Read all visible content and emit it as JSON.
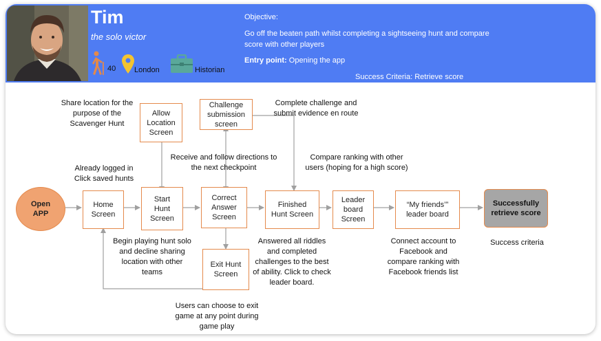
{
  "persona": {
    "name": "Tim",
    "tagline": "the solo victor",
    "age": "40",
    "location": "London",
    "occupation": "Historian"
  },
  "objective": {
    "heading": "Objective:",
    "text": "Go off the beaten path whilst completing a sightseeing hunt and compare\nscore with other players",
    "entry_label": "Entry point:",
    "entry_value": "Opening the app",
    "success_label": "Success Criteria:",
    "success_value": "Retrieve score"
  },
  "nodes": {
    "open_app": "Open\nAPP",
    "home": "Home\nScreen",
    "allow_location": "Allow\nLocation\nScreen",
    "start_hunt": "Start\nHunt\nScreen",
    "challenge": "Challenge\nsubmission\nscreen",
    "correct_answer": "Correct\nAnswer\nScreen",
    "exit_hunt": "Exit Hunt\nScreen",
    "finished_hunt": "Finished\nHunt Screen",
    "leader_board": "Leader\nboard\nScreen",
    "friends_board": "“My friends’”\nleader board",
    "success": "Successfully\nretrieve score"
  },
  "notes": {
    "share_location": "Share location for the\npurpose of the\nScavenger Hunt",
    "complete_challenge": "Complete challenge and\nsubmit evidence en route",
    "receive_directions": "Receive and follow directions to\nthe next checkpoint",
    "compare_ranking": "Compare ranking with other\nusers (hoping for a high score)",
    "logged_in": "Already logged in\nClick saved hunts",
    "begin_playing": "Begin playing hunt solo\nand decline sharing\nlocation with other\nteams",
    "answered": "Answered all riddles\nand completed\nchallenges to the best\nof ability. Click to check\nleader board.",
    "facebook": "Connect account to\nFacebook and\ncompare ranking with\nFacebook friends list",
    "success_criteria": "Success criteria",
    "exit_any_point": "Users can choose to exit\ngame at any point during\ngame play"
  },
  "colors": {
    "header": "#4f7cf3",
    "node_border": "#e4894b",
    "start_fill": "#f0a371",
    "success_fill": "#a6a6a6",
    "arrow": "#a0a0a0"
  },
  "icons": [
    "person-walking-cane-icon",
    "map-pin-icon",
    "briefcase-icon"
  ]
}
